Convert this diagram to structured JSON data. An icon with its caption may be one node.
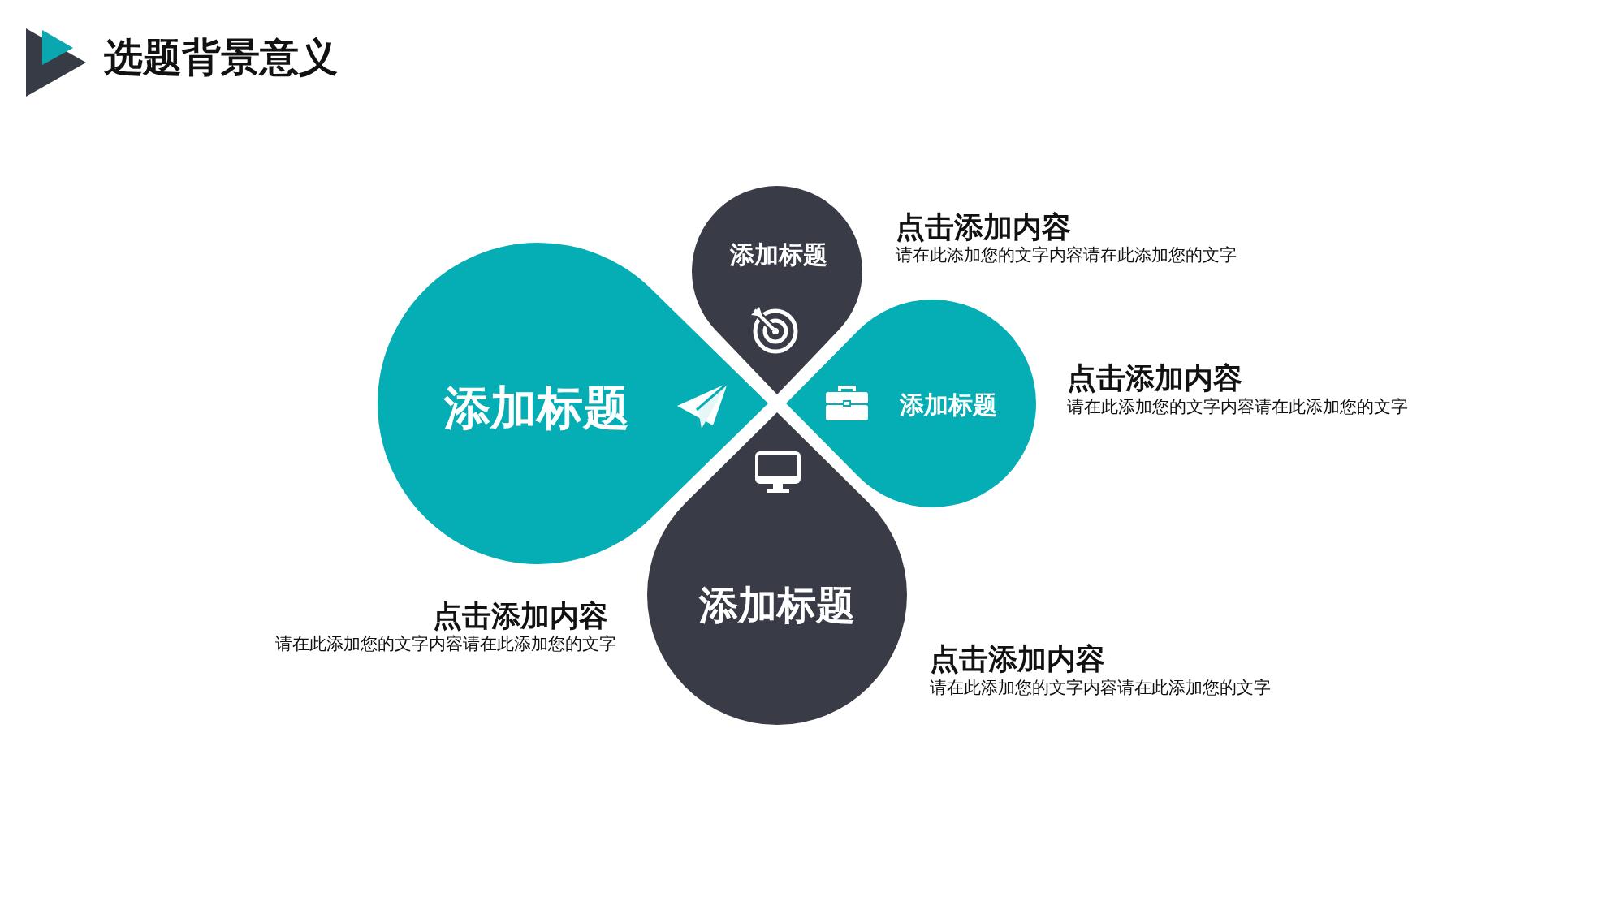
{
  "diagram": {
    "title": "选题背景意义",
    "nodes": [
      {
        "text": [
          "添加标题"
        ]
      },
      {
        "text": [
          "添加标题"
        ]
      },
      {
        "text": [
          "添加标题"
        ]
      },
      {
        "text": [
          "添加标题"
        ]
      }
    ],
    "edges": [],
    "labels": [
      "点击添加内容",
      "请在此添加您的文字内容请在此添加您的文字",
      "点击添加内容",
      "请在此添加您的文字内容请在此添加您的文字",
      "点击添加内容",
      "请在此添加您的文字内容请在此添加您的文字",
      "点击添加内容",
      "请在此添加您的文字内容请在此添加您的文字"
    ]
  }
}
